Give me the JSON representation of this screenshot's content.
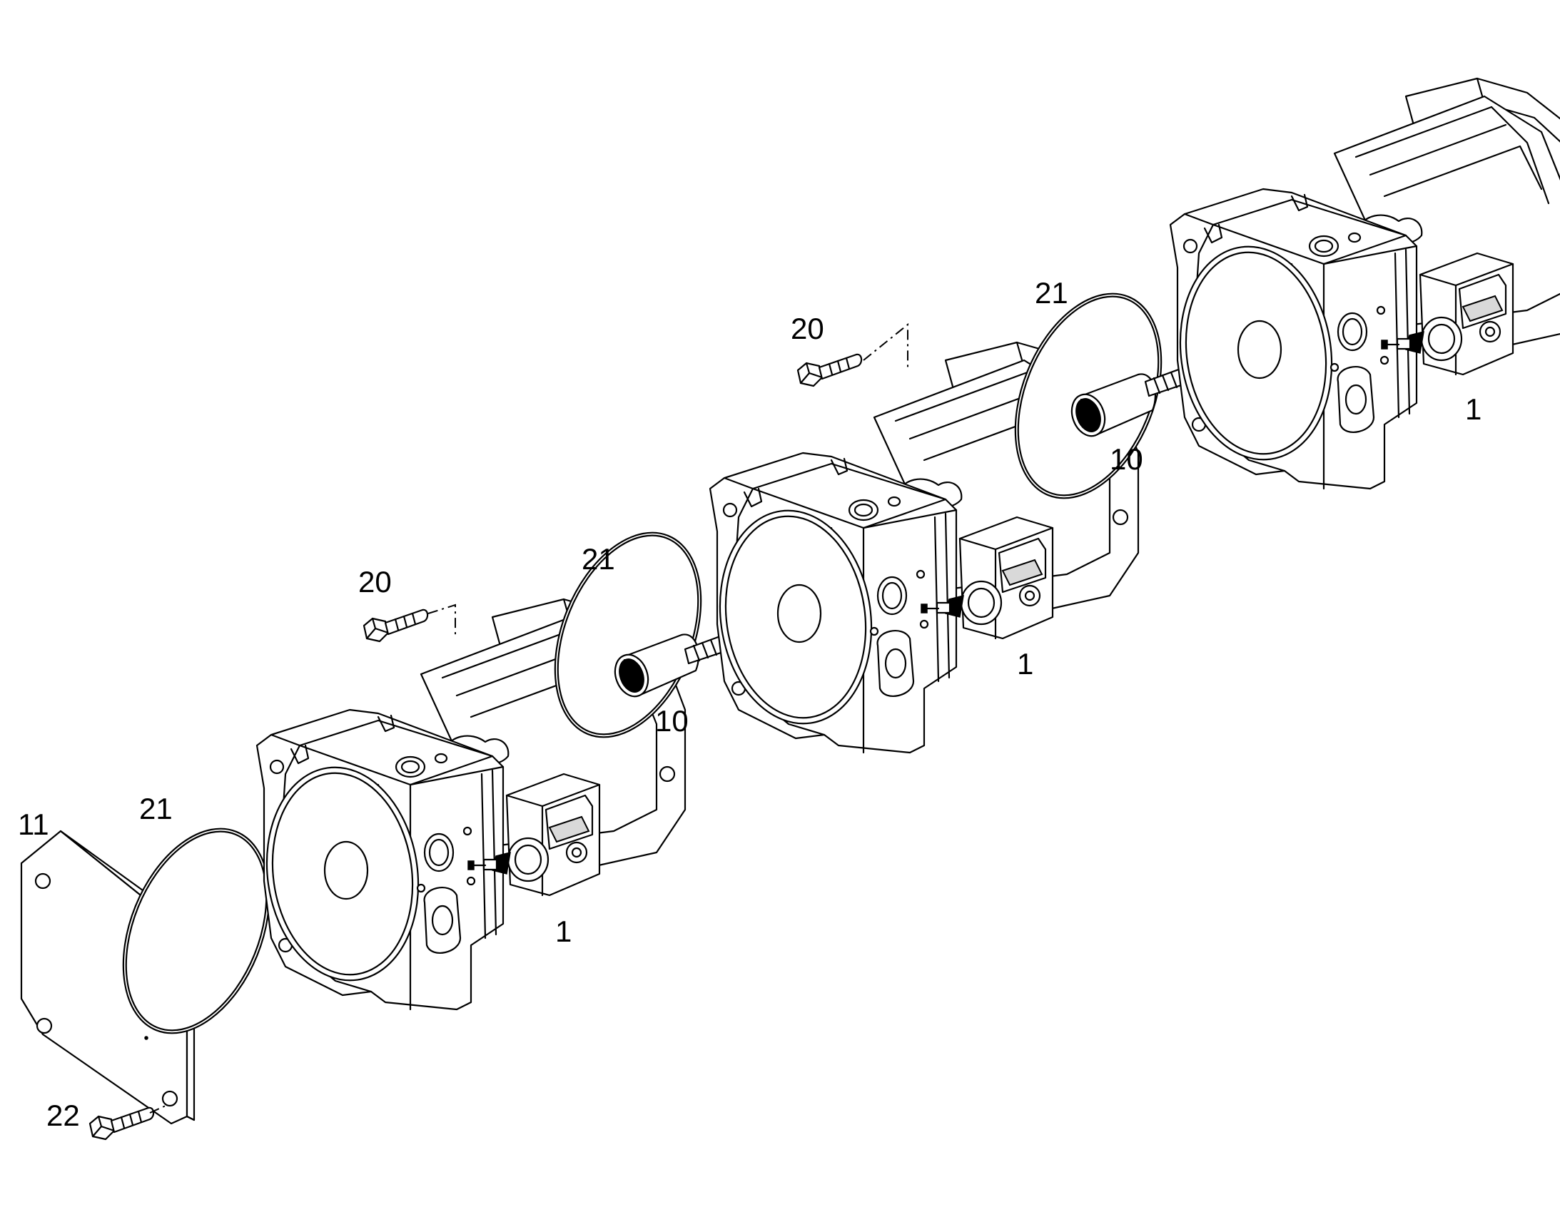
{
  "callouts": [
    {
      "id": "c1a",
      "text": "1"
    },
    {
      "id": "c1b",
      "text": "1"
    },
    {
      "id": "c1c",
      "text": "1"
    },
    {
      "id": "c10a",
      "text": "10"
    },
    {
      "id": "c10b",
      "text": "10"
    },
    {
      "id": "c11",
      "text": "11"
    },
    {
      "id": "c20a",
      "text": "20"
    },
    {
      "id": "c20b",
      "text": "20"
    },
    {
      "id": "c21a",
      "text": "21"
    },
    {
      "id": "c21b",
      "text": "21"
    },
    {
      "id": "c21c",
      "text": "21"
    },
    {
      "id": "c22",
      "text": "22"
    }
  ],
  "colors": {
    "line": "#000000",
    "background": "#ffffff",
    "shade": "#d9d9d9"
  }
}
